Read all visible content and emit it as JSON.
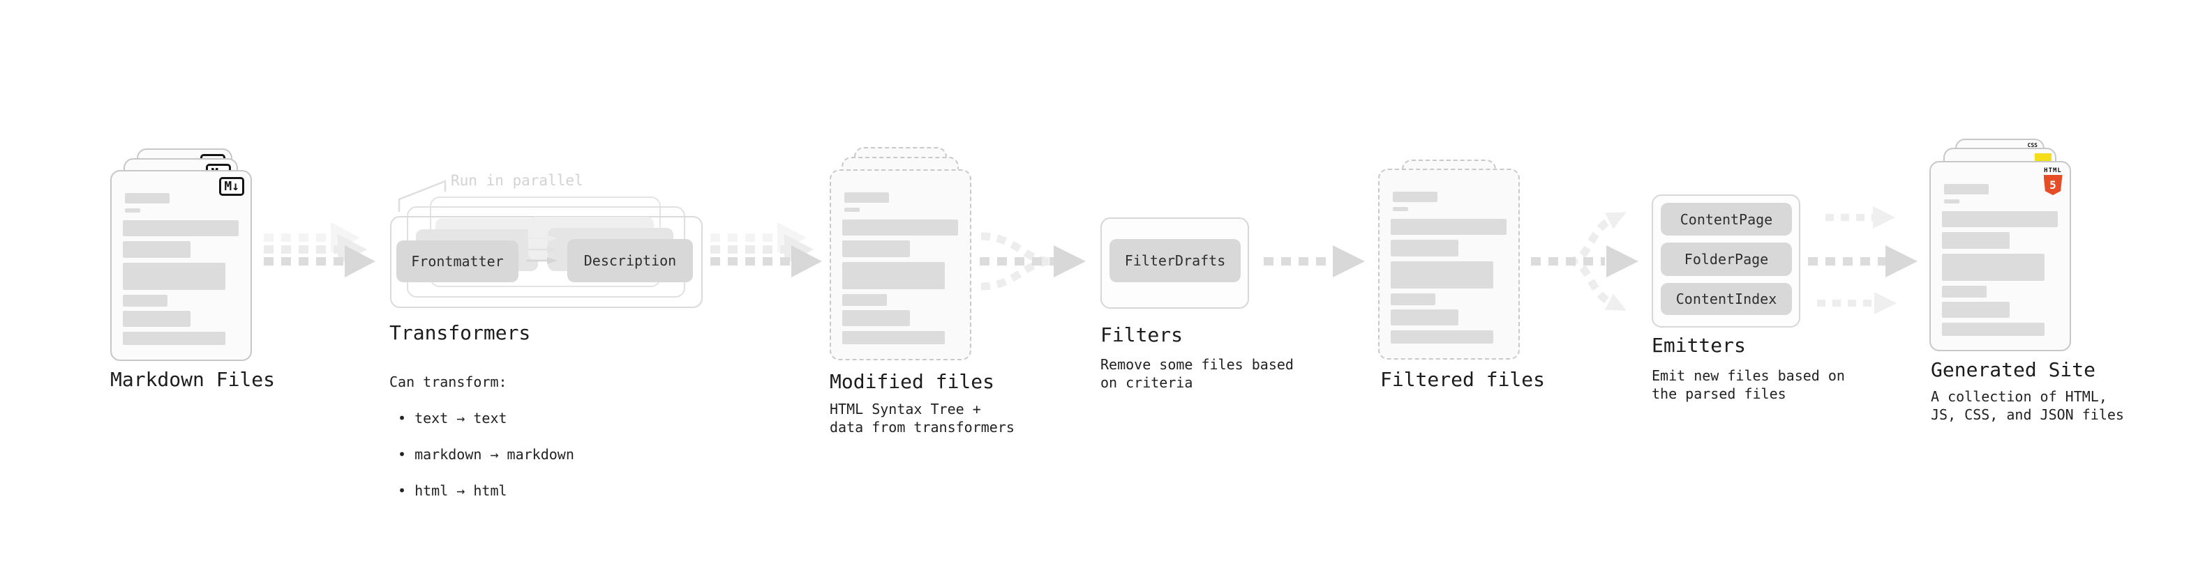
{
  "diagram": {
    "markdown_files": {
      "title": "Markdown Files",
      "file_badge": "M↓"
    },
    "transformers": {
      "annotation": "Run in parallel",
      "node_frontmatter": "Frontmatter",
      "node_description": "Description",
      "title": "Transformers",
      "desc_heading": "Can transform:",
      "bullets": [
        "• text → text",
        "• markdown → markdown",
        "• html → html"
      ]
    },
    "modified_files": {
      "title": "Modified files",
      "desc": "HTML Syntax Tree +\ndata from transformers"
    },
    "filters": {
      "node_filter_drafts": "FilterDrafts",
      "title": "Filters",
      "desc": "Remove some files based\non criteria"
    },
    "filtered_files": {
      "title": "Filtered files"
    },
    "emitters": {
      "nodes": [
        "ContentPage",
        "FolderPage",
        "ContentIndex"
      ],
      "title": "Emitters",
      "desc": "Emit new files based on\nthe parsed files"
    },
    "generated_site": {
      "title": "Generated Site",
      "desc": "A collection of HTML,\nJS, CSS, and JSON files",
      "badge_html": "HTML",
      "badge_html_number": "5",
      "badge_css": "CSS"
    }
  },
  "colors": {
    "html5_orange": "#e44d26",
    "js_yellow": "#f5de19",
    "css_blue": "#2962f0",
    "arrow_gray": "#dcdcdc",
    "node_gray": "#d8d8d8",
    "card_border": "#c7c7c7"
  }
}
